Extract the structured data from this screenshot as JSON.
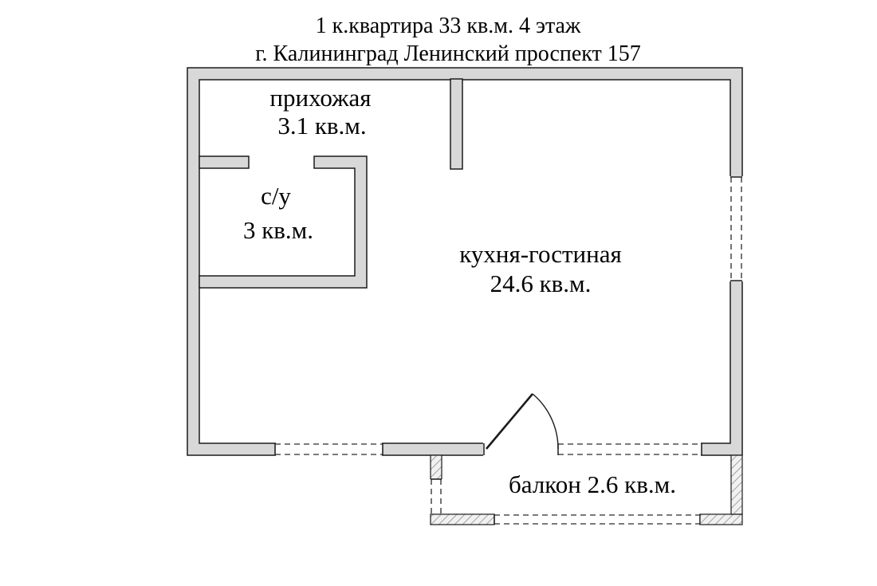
{
  "title": {
    "line1": "1 к.квартира 33 кв.м. 4 этаж",
    "line2": "г. Калининград Ленинский проспект 157"
  },
  "rooms": {
    "hallway": {
      "name": "прихожая",
      "area": "3.1 кв.м."
    },
    "bathroom": {
      "name": "с/у",
      "area": "3 кв.м."
    },
    "kitchen_living": {
      "name": "кухня-гостиная",
      "area": "24.6 кв.м."
    },
    "balcony": {
      "label": "балкон 2.6 кв.м."
    }
  },
  "colors": {
    "wall_fill": "#d8d8d8",
    "wall_stroke": "#1c1c1c",
    "background": "#ffffff"
  }
}
